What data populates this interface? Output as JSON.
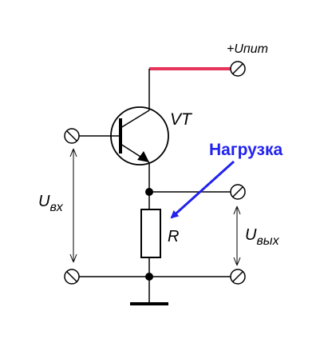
{
  "labels": {
    "supply_main": "+U",
    "supply_sub": "пит",
    "transistor": "VT",
    "load_annotation": "Нагрузка",
    "input_main": "U",
    "input_sub": "вх",
    "resistor": "R",
    "output_main": "U",
    "output_sub": "вых"
  },
  "colors": {
    "wire": "#000000",
    "supply_wire": "#e8335a",
    "annotation": "#2222ee",
    "background": "#ffffff"
  }
}
